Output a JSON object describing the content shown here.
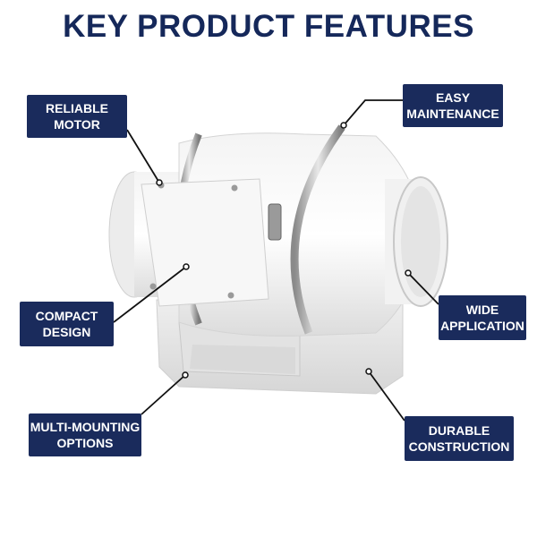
{
  "header": {
    "title": "KEY PRODUCT FEATURES"
  },
  "features": [
    {
      "id": "reliable-motor",
      "lines": [
        "RELIABLE",
        "MOTOR"
      ]
    },
    {
      "id": "easy-maintenance",
      "lines": [
        "EASY",
        "MAINTENANCE"
      ]
    },
    {
      "id": "compact-design",
      "lines": [
        "COMPACT",
        "DESIGN"
      ]
    },
    {
      "id": "wide-application",
      "lines": [
        "WIDE",
        "APPLICATION"
      ]
    },
    {
      "id": "multi-mounting-options",
      "lines": [
        "MULTI-MOUNTING",
        "OPTIONS"
      ]
    },
    {
      "id": "durable-construction",
      "lines": [
        "DURABLE",
        "CONSTRUCTION"
      ]
    }
  ],
  "colors": {
    "label_bg": "#1a2b5c",
    "title": "#15285a",
    "leader": "#111111"
  }
}
